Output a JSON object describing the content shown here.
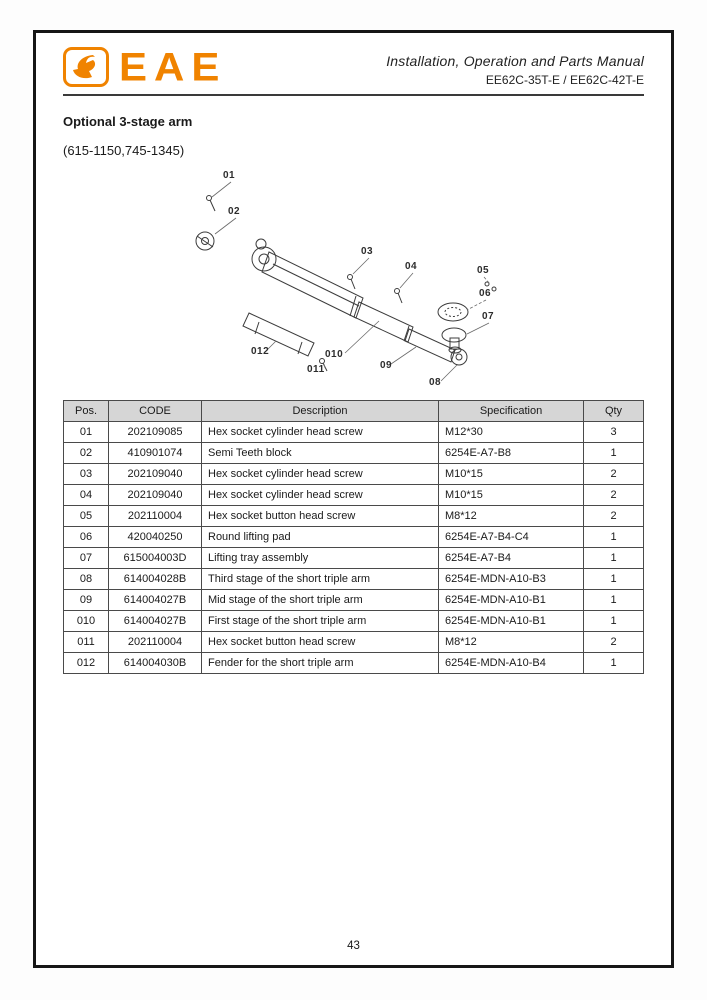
{
  "header": {
    "logo_text": "EAE",
    "title": "Installation, Operation and Parts Manual",
    "models": "EE62C-35T-E  /  EE62C-42T-E"
  },
  "section": {
    "title": "Optional 3-stage arm",
    "range": "(615-1150,745-1345)"
  },
  "colors": {
    "brand_orange": "#f08300",
    "table_header_bg": "#d6d6d6"
  },
  "diagram": {
    "description": "exploded-view-of-3-stage-arm",
    "callouts": [
      "01",
      "02",
      "03",
      "04",
      "05",
      "06",
      "07",
      "08",
      "09",
      "010",
      "011",
      "012"
    ]
  },
  "table": {
    "headers": [
      "Pos.",
      "CODE",
      "Description",
      "Specification",
      "Qty"
    ],
    "rows": [
      [
        "01",
        "202109085",
        "Hex socket cylinder head screw",
        "M12*30",
        "3"
      ],
      [
        "02",
        "410901074",
        "Semi Teeth block",
        "6254E-A7-B8",
        "1"
      ],
      [
        "03",
        "202109040",
        "Hex socket cylinder head screw",
        "M10*15",
        "2"
      ],
      [
        "04",
        "202109040",
        "Hex socket cylinder head screw",
        "M10*15",
        "2"
      ],
      [
        "05",
        "202110004",
        "Hex socket button head screw",
        "M8*12",
        "2"
      ],
      [
        "06",
        "420040250",
        "Round lifting pad",
        "6254E-A7-B4-C4",
        "1"
      ],
      [
        "07",
        "615004003D",
        "Lifting tray assembly",
        "6254E-A7-B4",
        "1"
      ],
      [
        "08",
        "614004028B",
        "Third stage of the short triple arm",
        "6254E-MDN-A10-B3",
        "1"
      ],
      [
        "09",
        "614004027B",
        "Mid stage of the short triple arm",
        "6254E-MDN-A10-B1",
        "1"
      ],
      [
        "010",
        "614004027B",
        "First stage of the short triple arm",
        "6254E-MDN-A10-B1",
        "1"
      ],
      [
        "011",
        "202110004",
        "Hex socket button head screw",
        "M8*12",
        "2"
      ],
      [
        "012",
        "614004030B",
        "Fender for the short triple arm",
        "6254E-MDN-A10-B4",
        "1"
      ]
    ]
  },
  "footer": {
    "page_number": "43"
  }
}
